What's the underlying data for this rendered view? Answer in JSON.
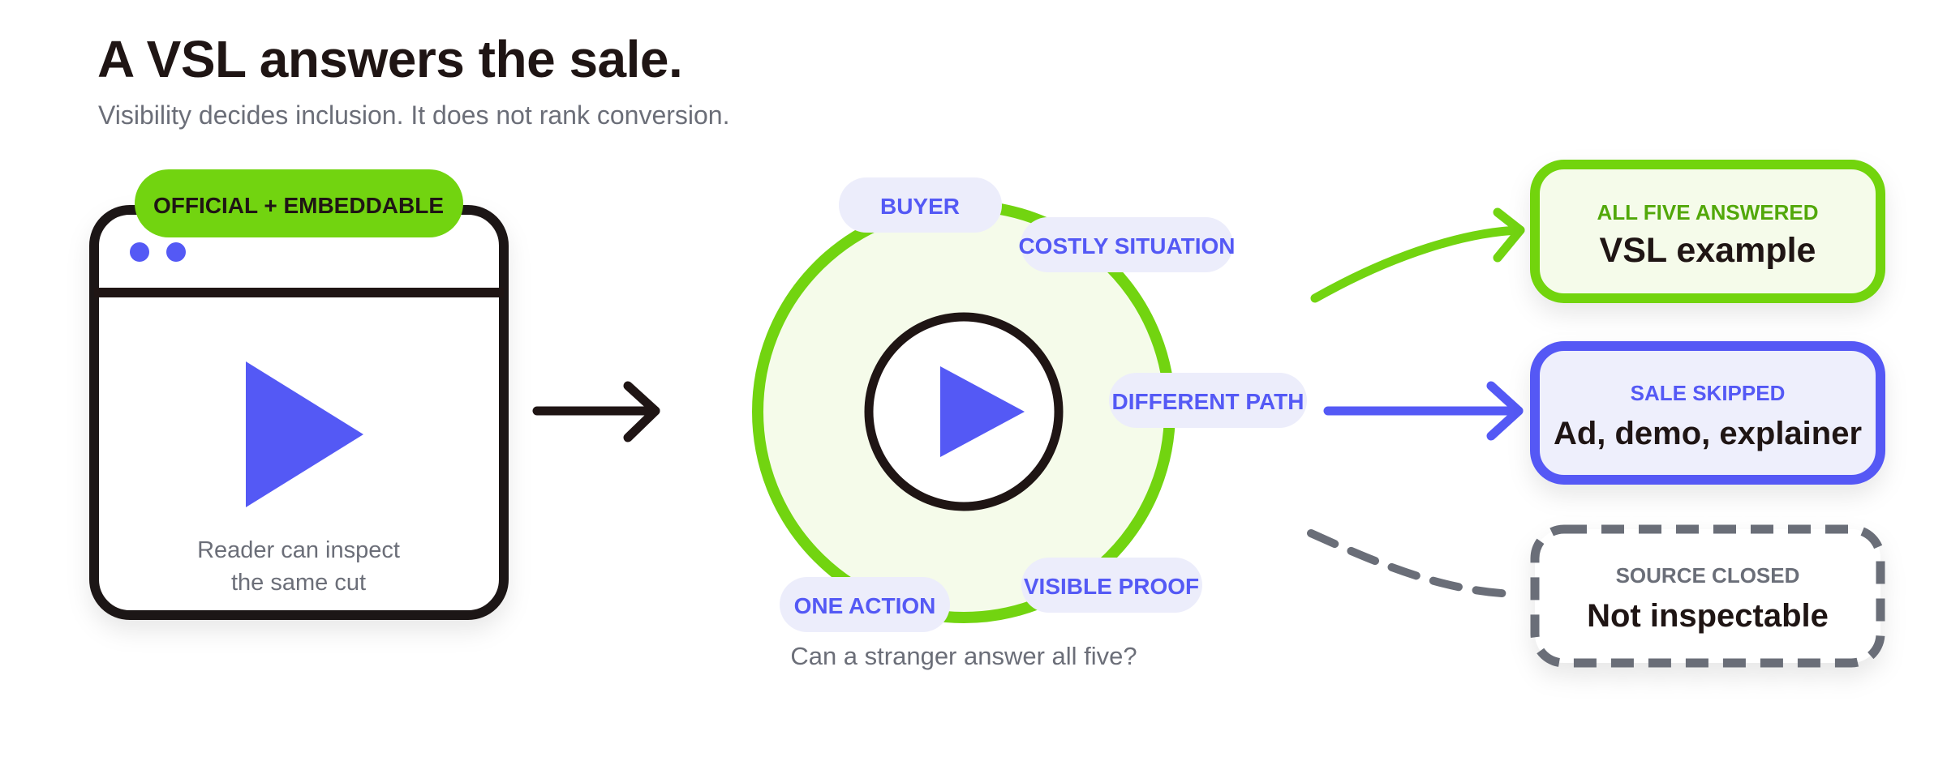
{
  "header": {
    "title": "A VSL answers the sale.",
    "subtitle": "Visibility decides inclusion. It does not rank conversion."
  },
  "player": {
    "badge": "OFFICIAL + EMBEDDABLE",
    "caption_line1": "Reader can inspect",
    "caption_line2": "the same cut"
  },
  "circle": {
    "tags": [
      "BUYER",
      "COSTLY SITUATION",
      "DIFFERENT PATH",
      "VISIBLE PROOF",
      "ONE ACTION"
    ],
    "question": "Can a stranger answer all five?"
  },
  "outcomes": [
    {
      "label": "ALL FIVE ANSWERED",
      "title": "VSL example",
      "status": "included"
    },
    {
      "label": "SALE SKIPPED",
      "title": "Ad, demo, explainer",
      "status": "excluded"
    },
    {
      "label": "SOURCE CLOSED",
      "title": "Not inspectable",
      "status": "closed"
    }
  ],
  "colors": {
    "green": "#72d410",
    "green_text": "#52a80a",
    "green_bg": "#f5fbea",
    "blue": "#5459f5",
    "blue_bg": "#eeeffc",
    "tag_bg": "#ecedfb",
    "dark": "#1f1514",
    "grey": "#6b6e78",
    "grey_border": "#6a6e78"
  },
  "icons": [
    "play-icon",
    "window-dot-icon",
    "arrow-right-icon"
  ]
}
